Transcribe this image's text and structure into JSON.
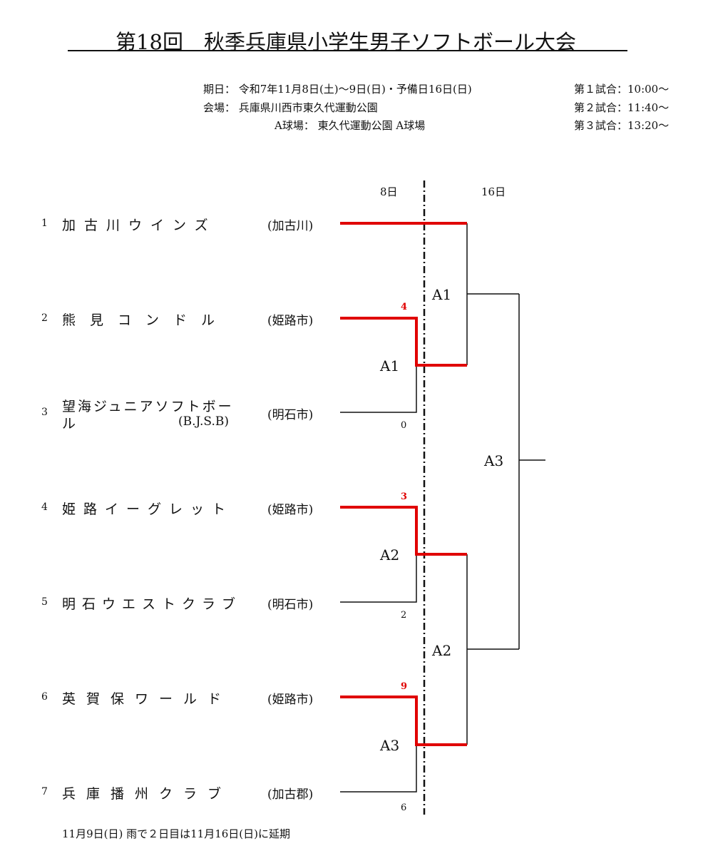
{
  "title": "第18回　秋季兵庫県小学生男子ソフトボール大会",
  "info": {
    "date": "期日：  令和7年11月8日(土)～9日(日)・予備日16日(日)",
    "venue": "会場：  兵庫県川西市東久代運動公園",
    "field": "A球場：  東久代運動公園 A球場",
    "match1": "第１試合：10:00～",
    "match2": "第２試合：11:40～",
    "match3": "第３試合：13:20～"
  },
  "days": {
    "day1": "8日",
    "day2": "16日"
  },
  "teams": [
    {
      "num": "1",
      "name": "加古川ウインズ",
      "region": "(加古川)"
    },
    {
      "num": "2",
      "name": "熊見コンドル",
      "region": "(姫路市)"
    },
    {
      "num": "3",
      "name": "望海ジュニアソフトボー",
      "name2": "ル",
      "abbr": "(B.J.S.B)",
      "region": "(明石市)"
    },
    {
      "num": "4",
      "name": "姫路イーグレット",
      "region": "(姫路市)"
    },
    {
      "num": "5",
      "name": "明石ウエストクラブ",
      "region": "(明石市)"
    },
    {
      "num": "6",
      "name": "英賀保ワールド",
      "region": "(姫路市)"
    },
    {
      "num": "7",
      "name": "兵庫播州クラブ",
      "region": "(加古郡)"
    }
  ],
  "matches": {
    "r1a": "A1",
    "r1b": "A2",
    "r1c": "A3",
    "r2a": "A1",
    "r2b": "A2",
    "final": "A3"
  },
  "scores": {
    "t2": "4",
    "t3": "0",
    "t4": "3",
    "t5": "2",
    "t6": "9",
    "t7": "6"
  },
  "colors": {
    "winner": "#e00000",
    "line": "#111111"
  },
  "footer": "11月9日(日) 雨で２日目は11月16日(日)に延期"
}
